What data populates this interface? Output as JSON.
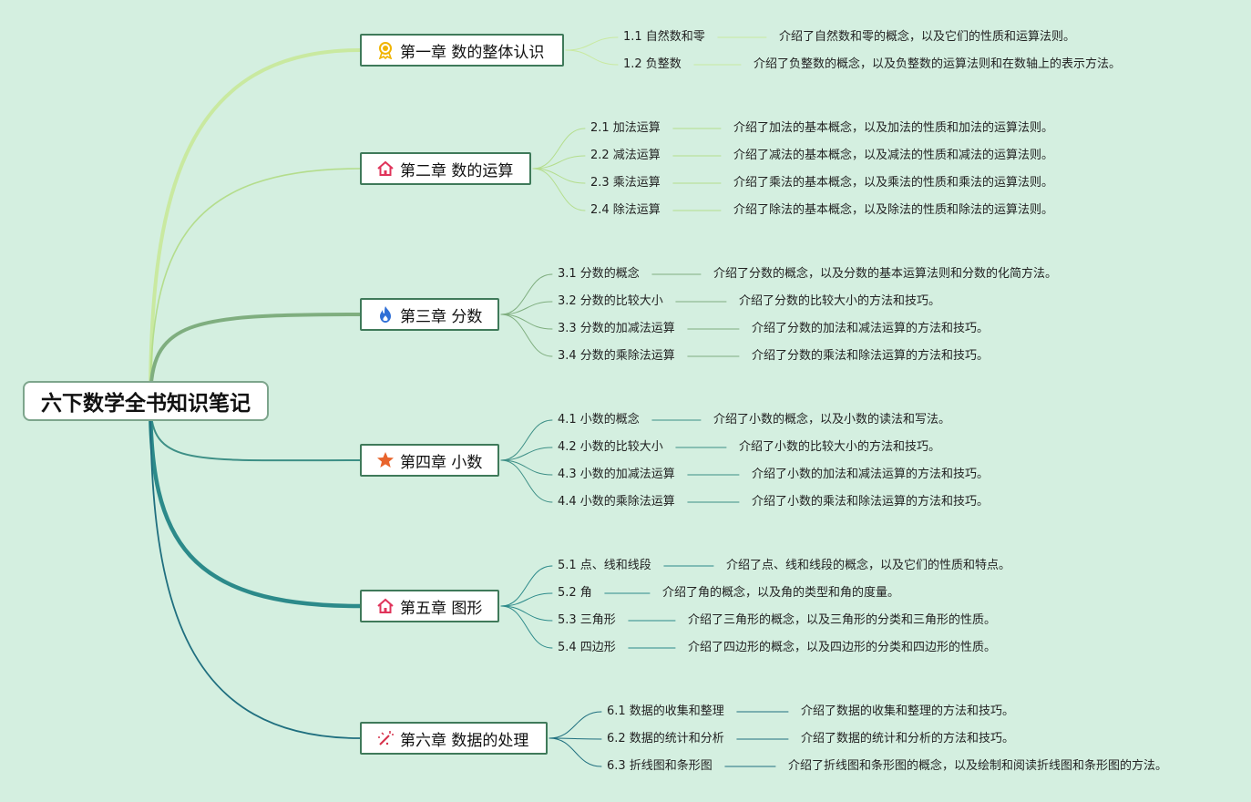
{
  "root": {
    "title": "六下数学全书知识笔记"
  },
  "chapters": [
    {
      "title": "第一章 数的整体认识",
      "icon": "award-ribbon-icon",
      "icon_color": "#f0b400",
      "branch_color": "#c9e9a0",
      "sections": [
        {
          "label": "1.1 自然数和零",
          "desc": "介绍了自然数和零的概念，以及它们的性质和运算法则。"
        },
        {
          "label": "1.2 负整数",
          "desc": "介绍了负整数的概念，以及负整数的运算法则和在数轴上的表示方法。"
        }
      ]
    },
    {
      "title": "第二章 数的运算",
      "icon": "house-icon",
      "icon_color": "#e0335a",
      "branch_color": "#b4dd8c",
      "sections": [
        {
          "label": "2.1 加法运算",
          "desc": "介绍了加法的基本概念，以及加法的性质和加法的运算法则。"
        },
        {
          "label": "2.2 减法运算",
          "desc": "介绍了减法的基本概念，以及减法的性质和减法的运算法则。"
        },
        {
          "label": "2.3 乘法运算",
          "desc": "介绍了乘法的基本概念，以及乘法的性质和乘法的运算法则。"
        },
        {
          "label": "2.4 除法运算",
          "desc": "介绍了除法的基本概念，以及除法的性质和除法的运算法则。"
        }
      ]
    },
    {
      "title": "第三章 分数",
      "icon": "flame-icon",
      "icon_color": "#2f6fd6",
      "branch_color": "#7fae7f",
      "sections": [
        {
          "label": "3.1 分数的概念",
          "desc": "介绍了分数的概念，以及分数的基本运算法则和分数的化简方法。"
        },
        {
          "label": "3.2 分数的比较大小",
          "desc": "介绍了分数的比较大小的方法和技巧。"
        },
        {
          "label": "3.3 分数的加减法运算",
          "desc": "介绍了分数的加法和减法运算的方法和技巧。"
        },
        {
          "label": "3.4 分数的乘除法运算",
          "desc": "介绍了分数的乘法和除法运算的方法和技巧。"
        }
      ]
    },
    {
      "title": "第四章 小数",
      "icon": "star-icon",
      "icon_color": "#e8642c",
      "branch_color": "#3d8f86",
      "sections": [
        {
          "label": "4.1 小数的概念",
          "desc": "介绍了小数的概念，以及小数的读法和写法。"
        },
        {
          "label": "4.2 小数的比较大小",
          "desc": "介绍了小数的比较大小的方法和技巧。"
        },
        {
          "label": "4.3 小数的加减法运算",
          "desc": "介绍了小数的加法和减法运算的方法和技巧。"
        },
        {
          "label": "4.4 小数的乘除法运算",
          "desc": "介绍了小数的乘法和除法运算的方法和技巧。"
        }
      ]
    },
    {
      "title": "第五章 图形",
      "icon": "house-icon",
      "icon_color": "#e0335a",
      "branch_color": "#2c8a8a",
      "sections": [
        {
          "label": "5.1 点、线和线段",
          "desc": "介绍了点、线和线段的概念，以及它们的性质和特点。"
        },
        {
          "label": "5.2 角",
          "desc": "介绍了角的概念，以及角的类型和角的度量。"
        },
        {
          "label": "5.3 三角形",
          "desc": "介绍了三角形的概念，以及三角形的分类和三角形的性质。"
        },
        {
          "label": "5.4 四边形",
          "desc": "介绍了四边形的概念，以及四边形的分类和四边形的性质。"
        }
      ]
    },
    {
      "title": "第六章 数据的处理",
      "icon": "magic-wand-icon",
      "icon_color": "#d6304a",
      "branch_color": "#1f6f7f",
      "sections": [
        {
          "label": "6.1 数据的收集和整理",
          "desc": "介绍了数据的收集和整理的方法和技巧。"
        },
        {
          "label": "6.2 数据的统计和分析",
          "desc": "介绍了数据的统计和分析的方法和技巧。"
        },
        {
          "label": "6.3 折线图和条形图",
          "desc": "介绍了折线图和条形图的概念，以及绘制和阅读折线图和条形图的方法。"
        }
      ]
    }
  ]
}
